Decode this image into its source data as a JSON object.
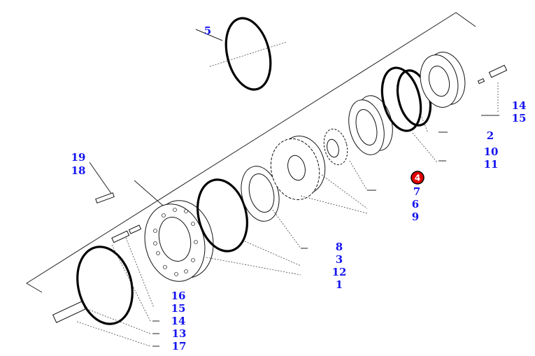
{
  "diagram": {
    "callouts": {
      "c5": "5",
      "c19": "19",
      "c18": "18",
      "c14a": "14",
      "c15a": "15",
      "c2": "2",
      "c10": "10",
      "c11": "11",
      "c7": "7",
      "c6": "6",
      "c9": "9",
      "c8": "8",
      "c3": "3",
      "c12": "12",
      "c1": "1",
      "c16": "16",
      "c15b": "15",
      "c14b": "14",
      "c13": "13",
      "c17": "17"
    },
    "selected_badge": "4",
    "colors": {
      "callout": "#1414f0",
      "badge": "#e00000"
    }
  }
}
